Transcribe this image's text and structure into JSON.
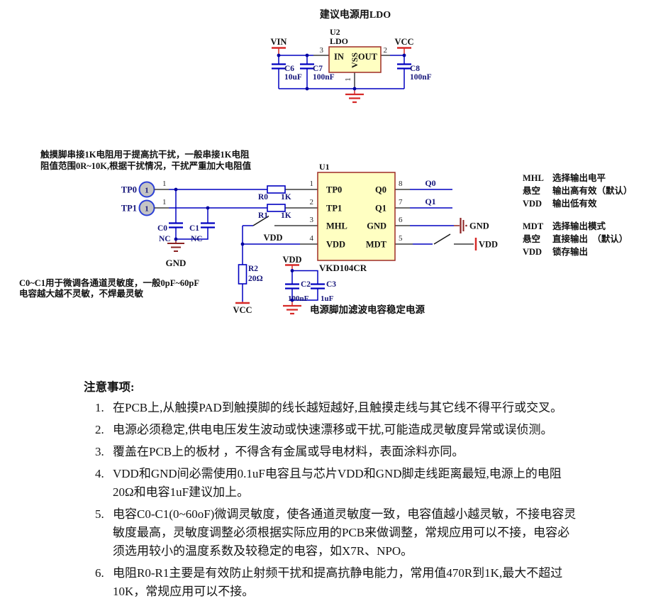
{
  "schematic": {
    "ldo": {
      "title": "建议电源用LDO",
      "u2": {
        "ref": "U2",
        "type": "LDO",
        "pin_in": "IN",
        "pin_out": "OUT",
        "pin_vss": "VSS",
        "num_in": "3",
        "num_out": "2",
        "num_vss": "1"
      },
      "vin": "VIN",
      "vcc": "VCC",
      "c6": {
        "ref": "C6",
        "val": "10uF"
      },
      "c7": {
        "ref": "C7",
        "val": "100nF"
      },
      "c8": {
        "ref": "C8",
        "val": "100nF"
      }
    },
    "main": {
      "u1": {
        "ref": "U1",
        "part": "VKD104CR",
        "pins_left": [
          {
            "n": "1",
            "name": "TP0"
          },
          {
            "n": "2",
            "name": "TP1"
          },
          {
            "n": "3",
            "name": "MHL"
          },
          {
            "n": "4",
            "name": "VDD"
          }
        ],
        "pins_right": [
          {
            "n": "8",
            "name": "Q0"
          },
          {
            "n": "7",
            "name": "Q1"
          },
          {
            "n": "6",
            "name": "GND"
          },
          {
            "n": "5",
            "name": "MDT"
          }
        ]
      },
      "tp0": {
        "label": "TP0",
        "pin": "1",
        "inner": "1"
      },
      "tp1": {
        "label": "TP1",
        "pin": "1",
        "inner": "1"
      },
      "r0": {
        "ref": "R0",
        "val": "1K"
      },
      "r1": {
        "ref": "R1",
        "val": "1K"
      },
      "r2": {
        "ref": "R2",
        "val": "20Ω"
      },
      "c0": {
        "ref": "C0",
        "val": "NC"
      },
      "c1": {
        "ref": "C1",
        "val": "NC"
      },
      "c2": {
        "ref": "C2",
        "val": "100nF"
      },
      "c3": {
        "ref": "C3",
        "val": "1uF"
      },
      "gnd": "GND",
      "vdd": "VDD",
      "vcc": "VCC",
      "q0": "Q0",
      "q1": "Q1"
    },
    "annotations": {
      "touch1": "触摸脚串接1K电阻用于提高抗干扰，一般串接1K电阻",
      "touch2": "阻值范围0R~10K,根据干扰情况，干扰严重加大电阻值",
      "sens1": "C0~C1用于微调各通道灵敏度，一般0pF~60pF",
      "sens2": "电容越大越不灵敏，不焊最灵敏",
      "filter": "电源脚加滤波电容稳定电源"
    },
    "colors": {
      "wire": "#0000C0",
      "chip_fill": "#FFFFC2",
      "chip_border": "#9E2B25",
      "power_red": "#D62A28",
      "ground_dark_red": "#8B2222",
      "component_text": "#16167A"
    }
  },
  "legend": {
    "mhl": [
      {
        "term": "MHL",
        "desc": "选择输出电平"
      },
      {
        "term": "悬空",
        "desc": "输出高有效（默认）"
      },
      {
        "term": "VDD",
        "desc": "输出低有效"
      }
    ],
    "mdt": [
      {
        "term": "MDT",
        "desc": "选择输出模式"
      },
      {
        "term": "悬空",
        "desc": "直接输出　（默认）"
      },
      {
        "term": "VDD",
        "desc": "锁存输出"
      }
    ]
  },
  "notes": {
    "title": "注意事项:",
    "items": [
      {
        "num": "1.",
        "text": "在PCB上,从触摸PAD到触摸脚的线长越短越好,且触摸走线与其它线不得平行或交叉。"
      },
      {
        "num": "2.",
        "text": "电源必须稳定,供电电压发生波动或快速漂移或干扰,可能造成灵敏度异常或误侦测。"
      },
      {
        "num": "3.",
        "text": "覆盖在PCB上的板材 ，不得含有金属或导电材料，表面涂料亦同。"
      },
      {
        "num": "4.",
        "text": "VDD和GND间必需使用0.1uF电容且与芯片VDD和GND脚走线距离最短,电源上的电阻20Ω和电容1uF建议加上。"
      },
      {
        "num": "5.",
        "text": "电容C0-C1(0~60oF)微调灵敏度，使各通道灵敏度一致，电容值越小越灵敏，不接电容灵敏度最高，灵敏度调整必须根据实际应用的PCB来做调整，常规应用可以不接，电容必须选用较小的温度系数及较稳定的电容，如X7R、NPO。"
      },
      {
        "num": "6.",
        "text": "电阻R0-R1主要是有效防止射频干扰和提高抗静电能力，常用值470R到1K,最大不超过10K，常规应用可以不接。"
      }
    ]
  }
}
